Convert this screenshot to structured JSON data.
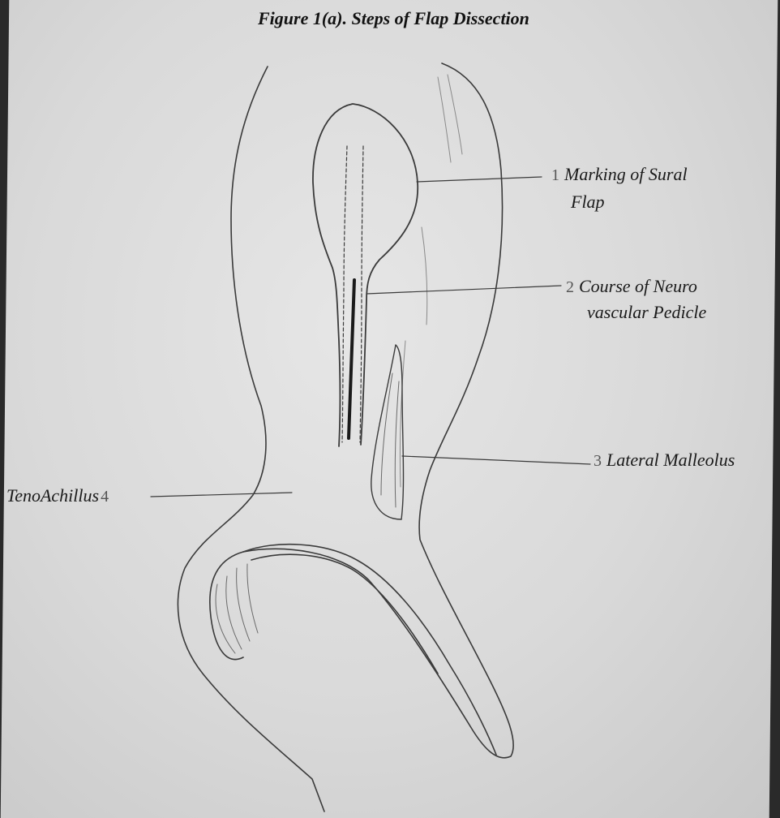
{
  "figure": {
    "title": "Figure 1(a).  Steps of  Flap Dissection"
  },
  "labels": [
    {
      "number": "1",
      "line1": "Marking of Sural",
      "line2": "Flap"
    },
    {
      "number": "2",
      "line1": "Course of Neuro",
      "line2": "vascular Pedicle"
    },
    {
      "number": "3",
      "line1": "Lateral Malleolus",
      "line2": ""
    },
    {
      "number": "4",
      "line1": "TenoAchillus",
      "line2": ""
    }
  ],
  "colors": {
    "paper": "#dcdcdc",
    "pencil": "#3a3a3a",
    "background": "#2a2a2a"
  }
}
